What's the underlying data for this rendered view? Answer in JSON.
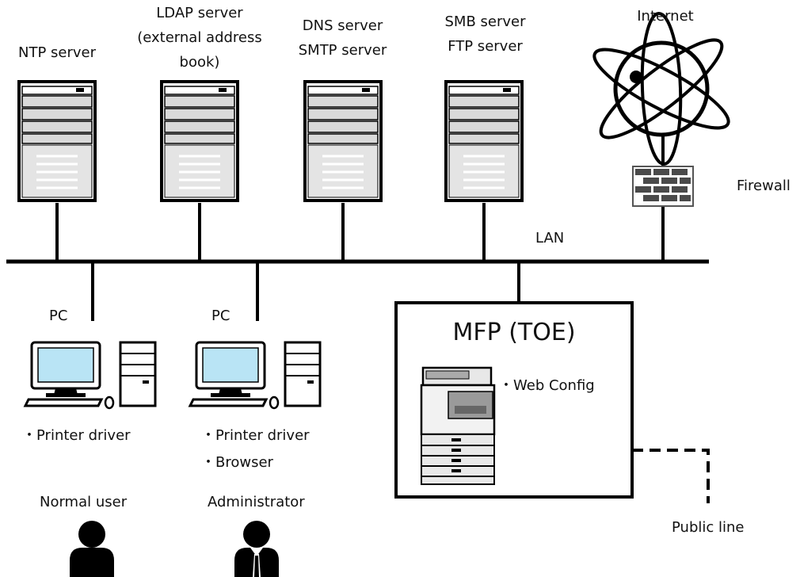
{
  "servers": [
    {
      "id": "ntp",
      "lines": [
        "NTP server"
      ]
    },
    {
      "id": "ldap",
      "lines": [
        "LDAP server",
        "(external address",
        "book)"
      ]
    },
    {
      "id": "dns",
      "lines": [
        "DNS server",
        "SMTP server"
      ]
    },
    {
      "id": "smb",
      "lines": [
        "SMB server",
        "FTP server"
      ]
    }
  ],
  "internet_label": "Internet",
  "firewall_label": "Firewall",
  "lan_label": "LAN",
  "pcs": [
    {
      "id": "pc1",
      "label": "PC",
      "software": [
        "・Printer driver"
      ],
      "user": "Normal user"
    },
    {
      "id": "pc2",
      "label": "PC",
      "software": [
        "・Printer driver",
        "・Browser"
      ],
      "user": "Administrator"
    }
  ],
  "mfp": {
    "title": "MFP (TOE)",
    "feature": "・Web Config"
  },
  "public_line_label": "Public line"
}
